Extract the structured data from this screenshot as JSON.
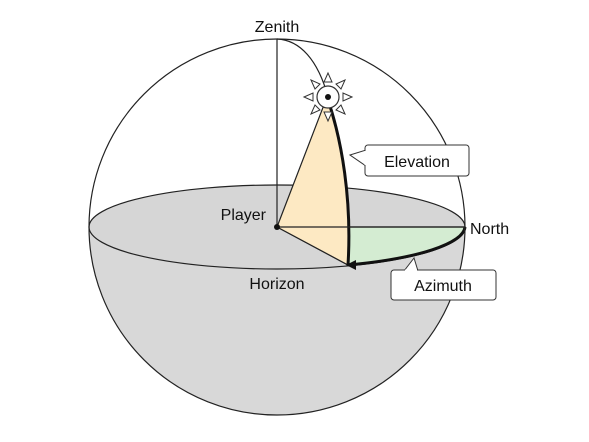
{
  "labels": {
    "zenith": "Zenith",
    "player": "Player",
    "north": "North",
    "horizon": "Horizon",
    "elevation": "Elevation",
    "azimuth": "Azimuth"
  },
  "colors": {
    "lower_hemisphere": "#d8d8d8",
    "elevation_fill": "#fde9c3",
    "azimuth_fill": "#d4ecd2",
    "stroke": "#222222"
  },
  "icons": {
    "sun": "sun-icon"
  }
}
